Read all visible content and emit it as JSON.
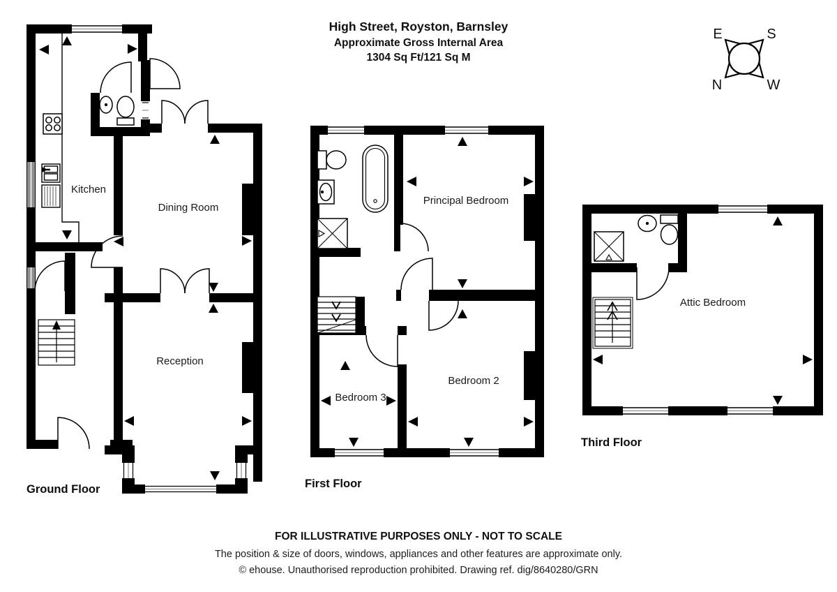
{
  "header": {
    "address": "High Street, Royston, Barnsley",
    "area_line": "Approximate Gross Internal Area",
    "size_line": "1304 Sq Ft/121 Sq M"
  },
  "compass": {
    "east": "E",
    "south": "S",
    "north": "N",
    "west": "W"
  },
  "plans": {
    "ground": {
      "title": "Ground Floor",
      "rooms": {
        "kitchen": "Kitchen",
        "dining": "Dining Room",
        "reception": "Reception"
      }
    },
    "first": {
      "title": "First Floor",
      "rooms": {
        "principal": "Principal Bedroom",
        "bedroom2": "Bedroom 2",
        "bedroom3": "Bedroom 3"
      }
    },
    "third": {
      "title": "Third Floor",
      "rooms": {
        "attic": "Attic Bedroom"
      }
    }
  },
  "footer": {
    "line1": "FOR ILLUSTRATIVE PURPOSES ONLY - NOT TO SCALE",
    "line2": "The position & size of doors, windows, appliances and other features are approximate only.",
    "line3": "© ehouse. Unauthorised reproduction prohibited. Drawing ref. dig/8640280/GRN"
  },
  "colors": {
    "wall": "#000000",
    "background": "#ffffff",
    "window_gray": "#8f8f8f"
  }
}
